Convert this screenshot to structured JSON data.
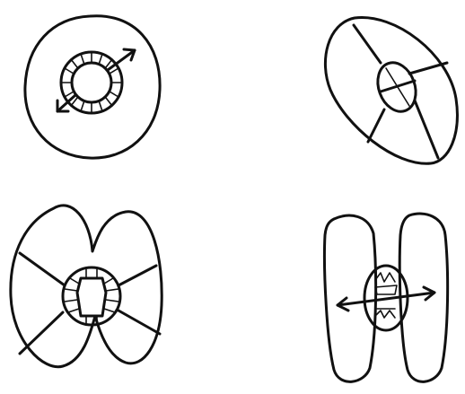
{
  "figure": {
    "panels": [
      {
        "name": "cell-cross-section-light",
        "fill": "#f7f7f2"
      },
      {
        "name": "cell-cross-section-shaded",
        "fill": "#8a8a8a"
      },
      {
        "name": "cell-dividing-pinched",
        "fill": "#8a8a8a"
      },
      {
        "name": "cell-divided-two-lobes",
        "fill": "#8a8a8a"
      }
    ],
    "colors": {
      "outline": "#111111",
      "shade": "#8a8a8a",
      "light": "#f7f7f2",
      "background": "#ffffff"
    }
  }
}
